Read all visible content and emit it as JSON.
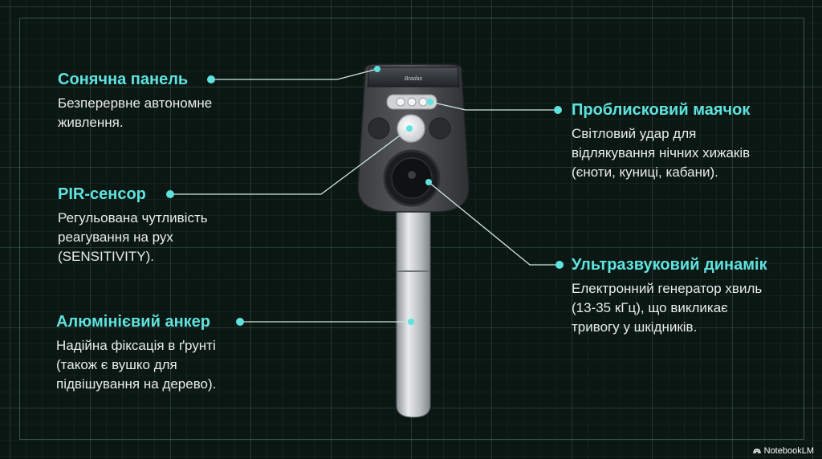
{
  "callouts": {
    "solar": {
      "title": "Сонячна панель",
      "desc": "Безперервне автономне\nживлення."
    },
    "pir": {
      "title": "PIR-сенсор",
      "desc": "Регульована чутливість\nреагування на рух\n(SENSITIVITY)."
    },
    "anchor": {
      "title": "Алюмінієвий анкер",
      "desc": "Надійна фіксація в ґрунті\n(також є вушко для\nпідвішування на дерево)."
    },
    "strobe": {
      "title": "Проблисковий маячок",
      "desc": "Світловий удар для\nвідлякування нічних хижаків\n(єноти, куниці, кабани)."
    },
    "speaker": {
      "title": "Ультразвуковий динамік",
      "desc": "Електронний генератор хвиль\n(13-35 кГц), що викликає\nтривогу у шкідників."
    }
  },
  "device": {
    "brand_text": "Bradas"
  },
  "colors": {
    "accent": "#5fe3df",
    "background": "#0b1713",
    "text": "#e8ecea"
  },
  "footer": {
    "brand": "NotebookLM"
  }
}
